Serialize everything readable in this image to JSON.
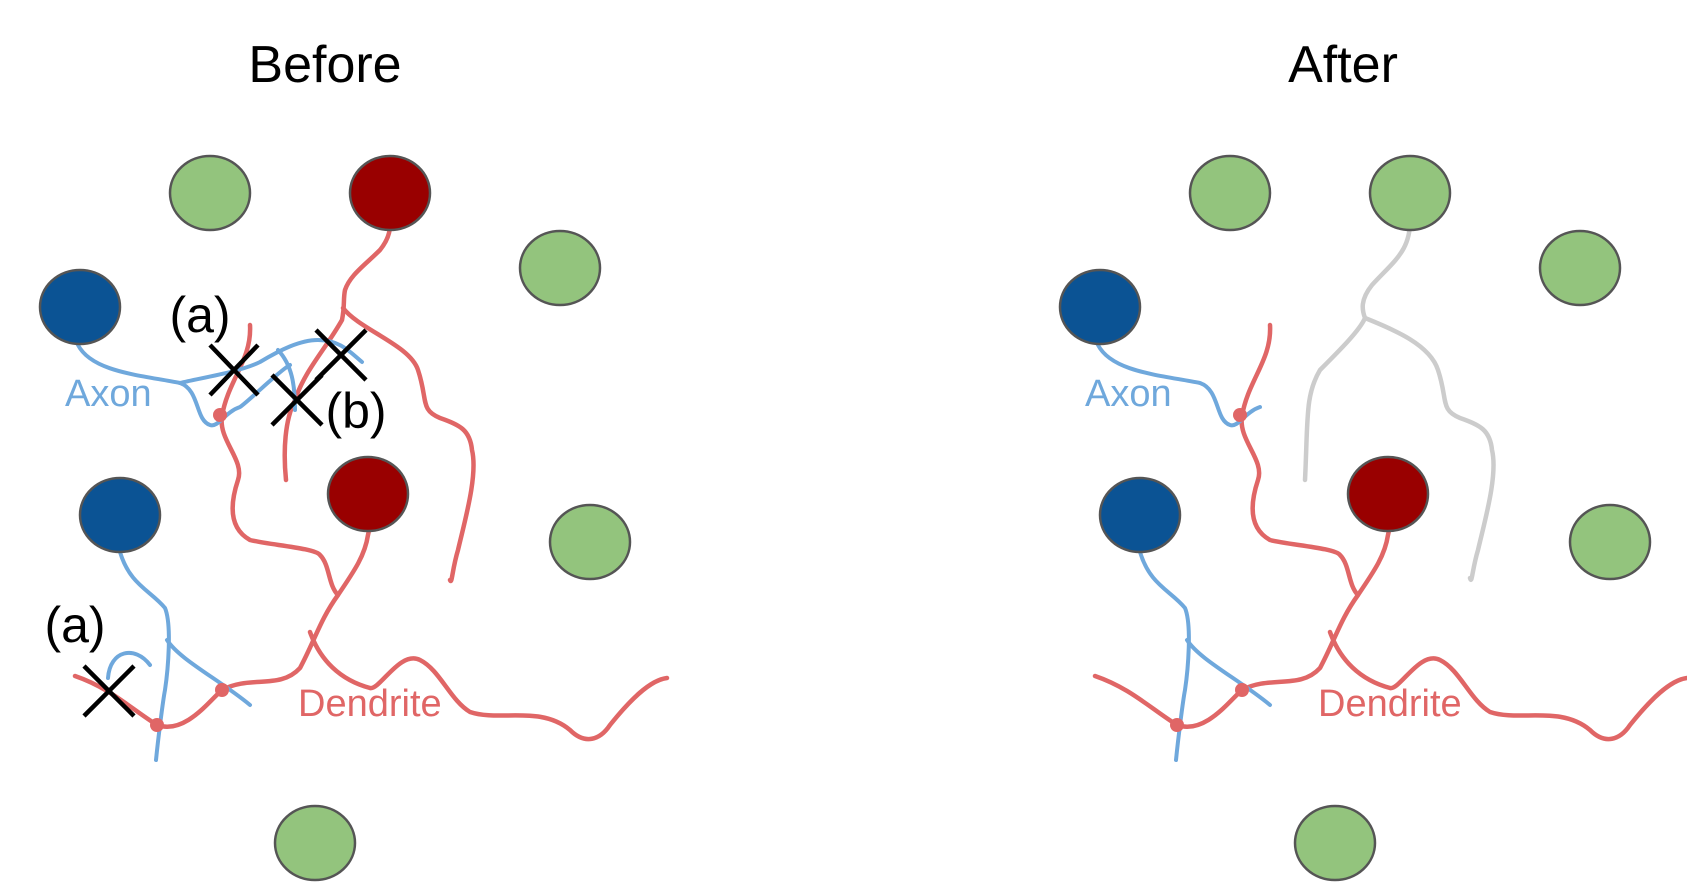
{
  "panels": {
    "before": {
      "title": "Before",
      "axon_label": "Axon",
      "dendrite_label": "Dendrite",
      "mark_a": "(a)",
      "mark_b": "(b)"
    },
    "after": {
      "title": "After",
      "axon_label": "Axon",
      "dendrite_label": "Dendrite"
    }
  },
  "colors": {
    "inactive_cell": "#93c47d",
    "active_red_cell": "#990000",
    "active_blue_cell": "#0b5394",
    "axon": "#6fa8dc",
    "dendrite": "#e06666",
    "pruned": "#cccccc",
    "cross": "#000000"
  }
}
